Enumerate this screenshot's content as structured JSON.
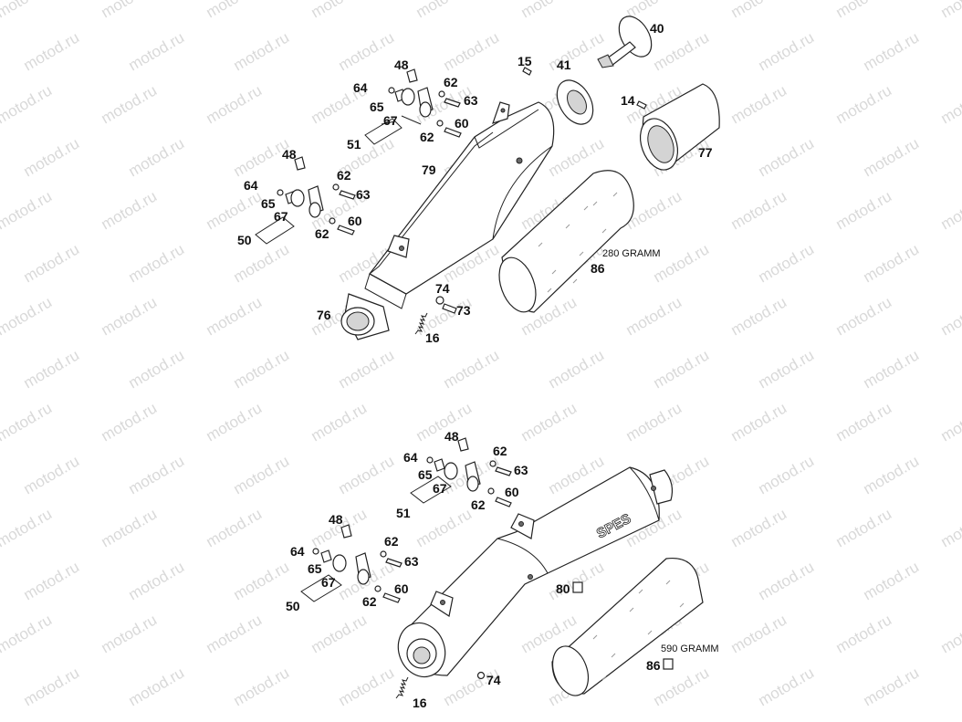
{
  "watermark": "motod.ru",
  "top": {
    "labels": {
      "p40": "40",
      "p15": "15",
      "p41": "41",
      "p14": "14",
      "p77": "77",
      "p48a": "48",
      "p64a": "64",
      "p62a": "62",
      "p63a": "63",
      "p65a": "65",
      "p67a": "67",
      "p60a": "60",
      "p62b": "62",
      "p51": "51",
      "p48b": "48",
      "p64b": "64",
      "p62c": "62",
      "p63b": "63",
      "p65b": "65",
      "p67b": "67",
      "p60b": "60",
      "p62d": "62",
      "p50": "50",
      "p79": "79",
      "p86": "86",
      "p74": "74",
      "p73": "73",
      "p76": "76",
      "p16": "16"
    },
    "weight_note": "280 GRAMM"
  },
  "bottom": {
    "labels": {
      "p48a": "48",
      "p64a": "64",
      "p62a": "62",
      "p63a": "63",
      "p65a": "65",
      "p67a": "67",
      "p60a": "60",
      "p62b": "62",
      "p51": "51",
      "p48b": "48",
      "p64b": "64",
      "p62c": "62",
      "p63b": "63",
      "p65b": "65",
      "p67b": "67",
      "p60b": "60",
      "p62d": "62",
      "p50": "50",
      "p80": "80",
      "p86": "86",
      "p74": "74",
      "p16": "16"
    },
    "weight_note": "590 GRAMM",
    "brand": "SPES"
  }
}
